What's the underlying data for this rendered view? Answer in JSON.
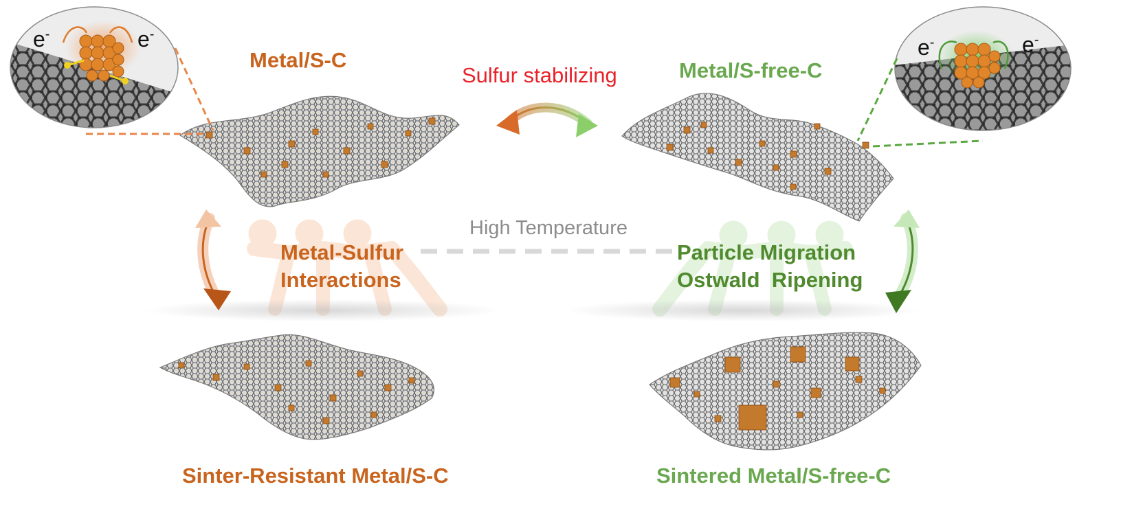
{
  "labels": {
    "metal_s_c": "Metal/S-C",
    "metal_s_free_c": "Metal/S-free-C",
    "sulfur_stabilizing": "Sulfur stabilizing",
    "high_temperature": "High Temperature",
    "metal_sulfur_line1": "Metal-Sulfur",
    "metal_sulfur_line2": "Interactions",
    "particle_migration": "Particle Migration",
    "ostwald_ripening": "Ostwald  Ripening",
    "sinter_resistant": "Sinter-Resistant Metal/S-C",
    "sintered": "Sintered Metal/S-free-C"
  },
  "insets": {
    "left": {
      "e_left": "e",
      "e_right": "e",
      "sup": "-"
    },
    "right": {
      "e_left": "e",
      "e_right": "e",
      "sup": "-"
    }
  },
  "colors": {
    "orange": "#c8641e",
    "green": "#6aa84f",
    "dark_green": "#4f8a2e",
    "red": "#e8232a",
    "gray_text": "#8c8c8c",
    "graphene": "#8a8a8a",
    "particle": "#c47a2c"
  },
  "icons": [
    "orange-double-arrow-icon",
    "green-double-arrow-icon",
    "runner-figures-icon"
  ]
}
